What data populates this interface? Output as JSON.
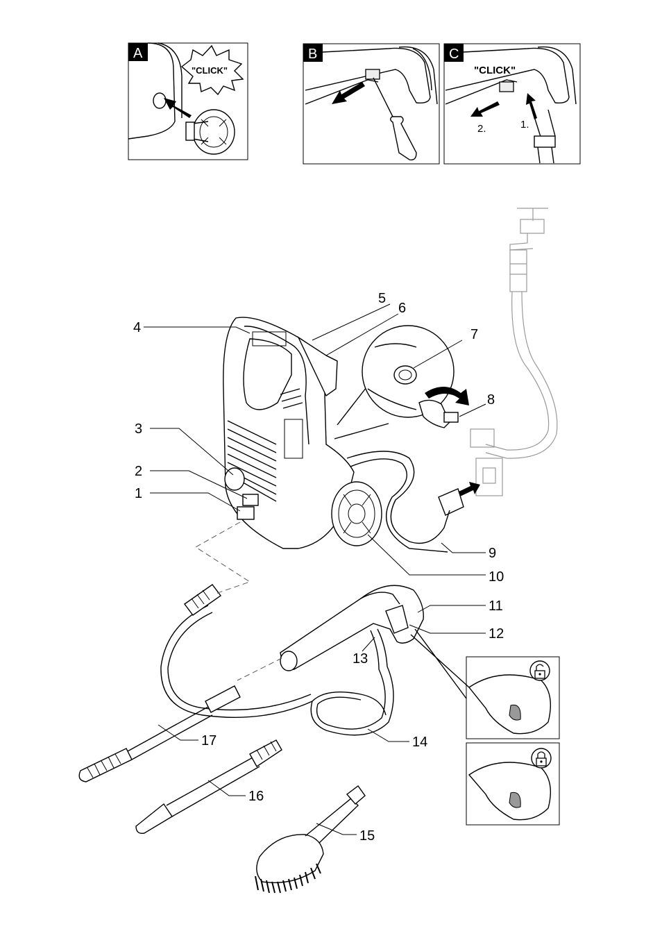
{
  "panels": [
    {
      "letter": "A",
      "callout": "\"CLICK\""
    },
    {
      "letter": "B"
    },
    {
      "letter": "C",
      "callout": "\"CLICK\"",
      "steps": [
        "1.",
        "2."
      ]
    }
  ],
  "callouts": [
    "1",
    "2",
    "3",
    "4",
    "5",
    "6",
    "7",
    "8",
    "9",
    "10",
    "11",
    "12",
    "13",
    "14",
    "15",
    "16",
    "17"
  ],
  "lock_states": [
    {
      "icon": "unlocked-padlock-icon"
    },
    {
      "icon": "locked-padlock-icon"
    }
  ]
}
